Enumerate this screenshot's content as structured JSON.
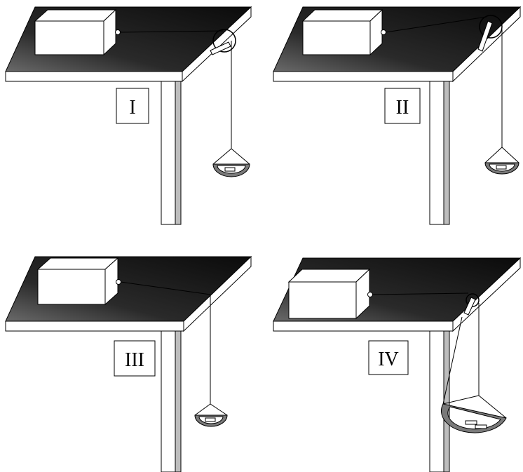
{
  "panels": [
    {
      "label": "I"
    },
    {
      "label": "II"
    },
    {
      "label": "III"
    },
    {
      "label": "IV"
    }
  ],
  "colors": {
    "table_top_dark": "#111111",
    "table_top_light": "#6a6a6a",
    "pan_rim": "#7a7a7a",
    "outline": "#000000",
    "paper": "#ffffff",
    "leg_shade": "#bdbdbd"
  }
}
